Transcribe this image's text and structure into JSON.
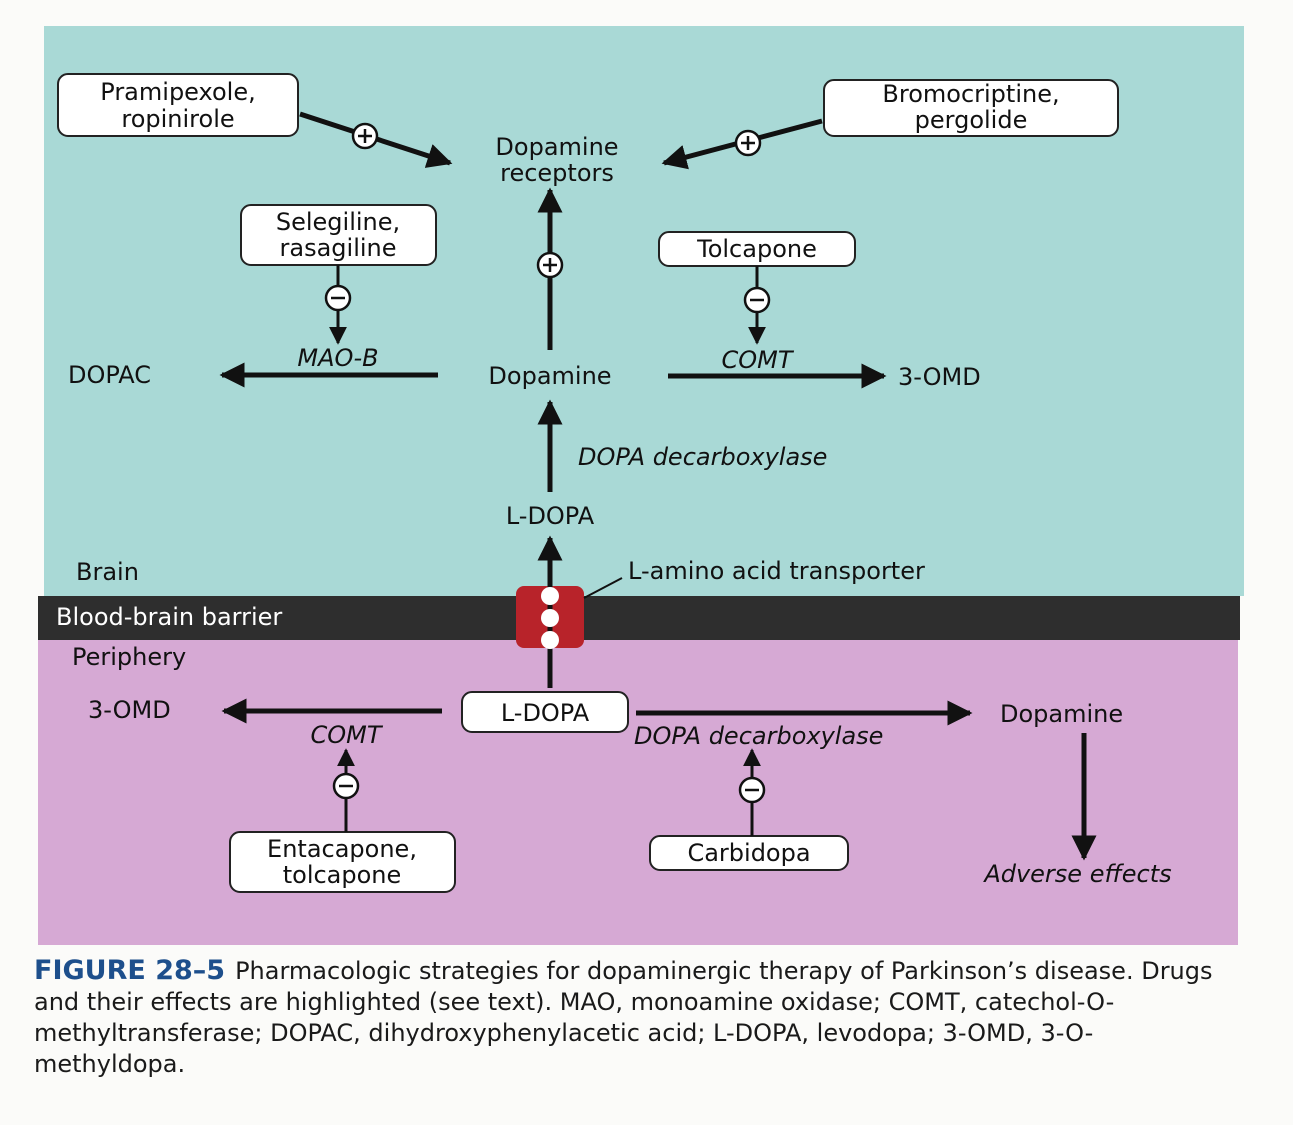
{
  "diagram": {
    "regions": {
      "brain": "Brain",
      "barrier": "Blood-brain barrier",
      "periphery": "Periphery"
    },
    "brain": {
      "agonist_left": [
        "Pramipexole,",
        "ropinirole"
      ],
      "agonist_right": [
        "Bromocriptine,",
        "pergolide"
      ],
      "receptors": [
        "Dopamine",
        "receptors"
      ],
      "mao_inhibitor": [
        "Selegiline,",
        "rasagiline"
      ],
      "comt_inhibitor": "Tolcapone",
      "dopac": "DOPAC",
      "mao_b": "MAO-B",
      "dopamine": "Dopamine",
      "comt": "COMT",
      "omd": "3-OMD",
      "dopa_decarboxylase": "DOPA decarboxylase",
      "ldopa": "L-DOPA"
    },
    "transporter": "L-amino acid transporter",
    "periphery": {
      "omd": "3-OMD",
      "ldopa": "L-DOPA",
      "dopamine": "Dopamine",
      "comt": "COMT",
      "dopa_decarboxylase": "DOPA decarboxylase",
      "comt_inhibitor": [
        "Entacapone,",
        "tolcapone"
      ],
      "decarboxylase_inhibitor": "Carbidopa",
      "adverse": "Adverse effects"
    }
  },
  "caption": {
    "figure_label": "FIGURE 28–5",
    "text": "Pharmacologic strategies for dopaminergic therapy of Parkinson’s disease. Drugs and their effects are highlighted (see text). MAO, monoamine oxidase; COMT, catechol-O-methyltransferase; DOPAC, dihydroxyphenylacetic acid; L-DOPA, levodopa; 3-OMD, 3-O-methyldopa."
  },
  "colors": {
    "brain_bg": "#a9d9d6",
    "periphery_bg": "#d6a9d4",
    "barrier": "#2e2e2e",
    "transporter": "#b8232a",
    "figure_label": "#1d4f8c"
  }
}
